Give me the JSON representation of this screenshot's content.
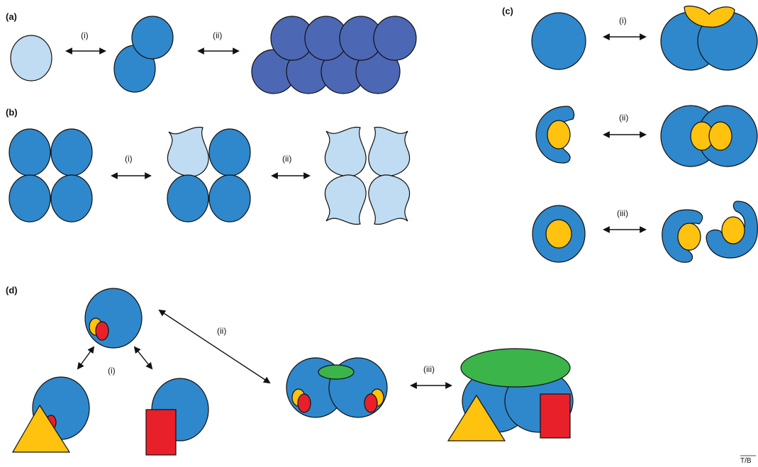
{
  "panels": {
    "a": {
      "label": "(a)",
      "steps": [
        "(i)",
        "(ii)"
      ]
    },
    "b": {
      "label": "(b)",
      "steps": [
        "(i)",
        "(ii)"
      ]
    },
    "c": {
      "label": "(c)",
      "steps": [
        "(i)",
        "(ii)",
        "(iii)"
      ]
    },
    "d": {
      "label": "(d)",
      "steps": [
        "(i)",
        "(ii)",
        "(iii)"
      ]
    }
  },
  "footer": {
    "code": "T/B"
  },
  "colors": {
    "protein_blue": "#2f87cc",
    "inactive_light_blue": "#bfdcf2",
    "oligomer_dark_blue": "#4c67b3",
    "ligand_yellow": "#ffc20e",
    "ligand_red": "#e8202a",
    "partner_green": "#3bb54a"
  }
}
